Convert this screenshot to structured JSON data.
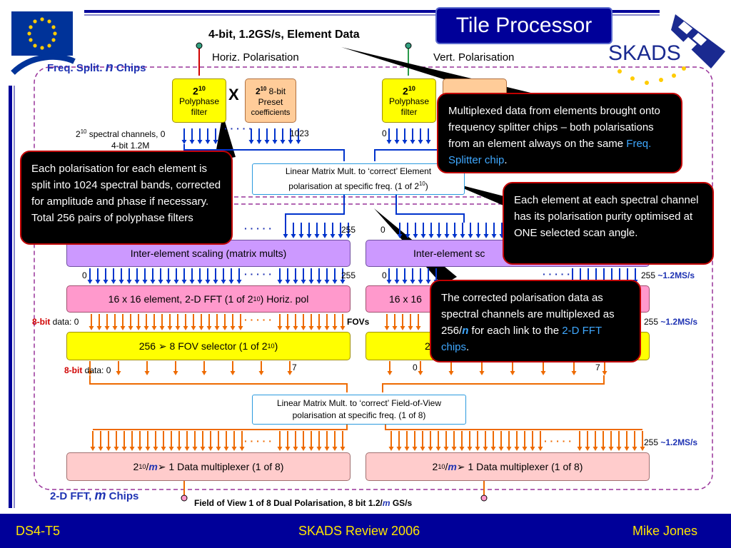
{
  "title": "Tile Processor",
  "element_data": "4-bit, 1.2GS/s, Element Data",
  "horiz_label": "Horiz. Polarisation",
  "vert_label": "Vert. Polarisation",
  "freq_split": "Freq. Split. ",
  "freq_split_n": "n",
  "freq_split_chips": " Chips",
  "fft_chips": "2-D FFT, ",
  "fft_chips_m": "m",
  "fft_chips_suffix": " Chips",
  "logo_text": "SKADS",
  "polyphase": {
    "base": "2",
    "exp": "10",
    "line1": "Polyphase",
    "line2": "filter"
  },
  "preset": {
    "base": "2",
    "exp": "10",
    "bits": " 8-bit",
    "line1": "Preset",
    "line2": "coefficients"
  },
  "multiply_symbol": "X",
  "spectral_left": {
    "a_base": "2",
    "a_exp": "10",
    "a_text": " spectral channels, 0",
    "b": "4-bit 1.2M"
  },
  "tick_0": "0",
  "tick_1023": "1023",
  "tick_255": "255",
  "tick_7": "7",
  "dots": "· · · · ·",
  "linear_element": {
    "line1": "Linear Matrix Mult. to ‘correct’ Element",
    "line2": "polarisation at specific freq. (1 of 2",
    "exp": "10",
    "close": ")"
  },
  "inter_element": "Inter-element scaling (matrix mults)",
  "inter_element_right": "Inter-element sc",
  "fft_left": {
    "text": "16 x 16 element, 2-D FFT (1 of 2",
    "exp": "10",
    "suffix": ") Horiz. pol"
  },
  "fft_right": "16 x 16",
  "fov_left": {
    "text": "256 ➢ 8 FOV selector (1 of 2",
    "exp": "10",
    "suffix": ")"
  },
  "fov_right": "2",
  "fovs": "FOVs",
  "bit8": "8-bit",
  "data0": " data: 0",
  "rate": "~1.2MS/s",
  "linear_fov": {
    "line1": "Linear Matrix Mult. to ‘correct’ Field-of-View",
    "line2": "polarisation at specific freq. (1 of 8)"
  },
  "mux": {
    "base": "2",
    "exp": "10",
    "slash": "/",
    "m": "m",
    "text": " ➢ 1 Data multiplexer  (1 of 8)"
  },
  "fov_output": {
    "text": "Field of View 1 of 8 Dual Polarisation, 8 bit 1.2/",
    "m": "m",
    "suffix": " GS/s"
  },
  "callout_multiplexed": {
    "text": "Multiplexed data from elements brought onto frequency splitter chips – both polarisations from an element always on the same ",
    "hl": "Freq. Splitter chip",
    "end": "."
  },
  "callout_polarisation": "Each polarisation for each element is split into 1024 spectral bands, corrected for amplitude and phase if necessary. Total 256 pairs of polyphase filters",
  "callout_purity": "Each element at each spectral channel has its polarisation purity optimised at ONE selected scan angle.",
  "callout_corrected": {
    "text": "The corrected polarisation data as spectral channels are multiplexed as 256/",
    "n": "n",
    "mid": " for each link to the ",
    "hl": "2-D FFT chips",
    "end": "."
  },
  "footer": {
    "left": "DS4-T5",
    "center": "SKADS Review 2006",
    "right": "Mike Jones"
  },
  "colors": {
    "footer_bg": "#000099",
    "footer_text": "#ffe600",
    "title_bg": "#000099",
    "callout_border": "#c00000",
    "arrow_blue": "#0033cc",
    "arrow_orange": "#ee6a00",
    "dash_purple": "#99339a"
  }
}
